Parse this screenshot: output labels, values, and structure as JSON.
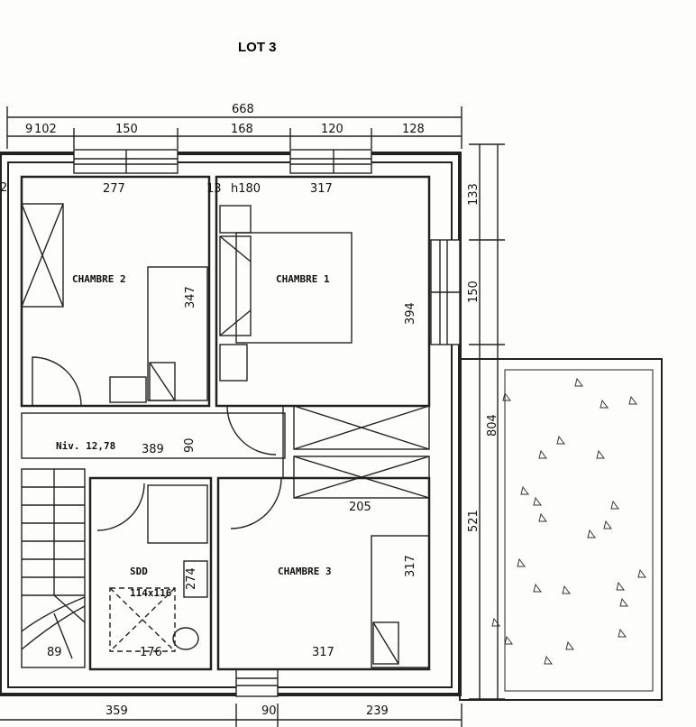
{
  "title": "LOT 3",
  "dimensions": {
    "top_total": "668",
    "top_mid": "168",
    "top_a": "9",
    "top_b": "102",
    "top_c": "150",
    "top_d": "120",
    "top_e": "128",
    "room2_width": "277",
    "wall": "13",
    "h180": "h180",
    "room1_width": "317",
    "room2_depth": "347",
    "room1_depth": "394",
    "right_top": "133",
    "right_window": "150",
    "right_total": "804",
    "right_lower": "521",
    "corridor_length": "389",
    "corridor_width": "90",
    "closet": "205",
    "room3_depth": "317",
    "room3_width": "317",
    "sdd_depth": "274",
    "stair": "89",
    "shower": "176",
    "bottom_a": "359",
    "bottom_b": "90",
    "bottom_c": "239",
    "left_edge": "2"
  },
  "rooms": {
    "chambre2": "CHAMBRE 2",
    "chambre1": "CHAMBRE 1",
    "chambre3": "CHAMBRE 3",
    "sdd": "SDD",
    "shower_size": "114x116",
    "niveau": "Niv. 12,78"
  }
}
